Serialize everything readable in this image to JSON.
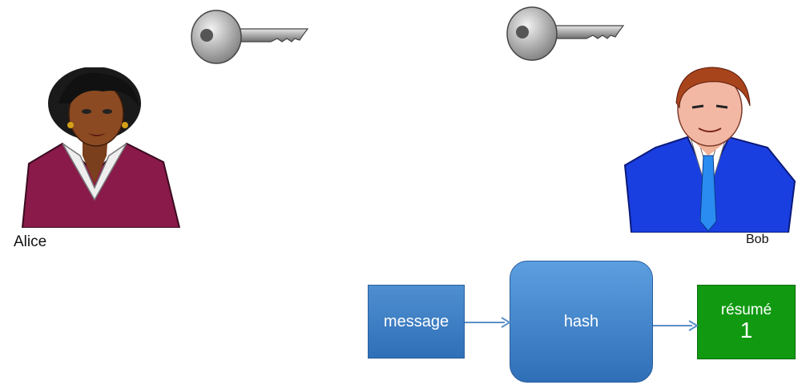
{
  "people": {
    "alice": {
      "name": "Alice"
    },
    "bob": {
      "name": "Bob"
    }
  },
  "flow": {
    "message": "message",
    "hash": "hash",
    "result_label": "résumé",
    "result_number": "1"
  },
  "colors": {
    "box_blue": "#3a7cc6",
    "result_green": "#119a11",
    "arrow": "#5b8fc9"
  },
  "icons": [
    "key-icon",
    "key-icon",
    "alice-avatar",
    "bob-avatar"
  ]
}
